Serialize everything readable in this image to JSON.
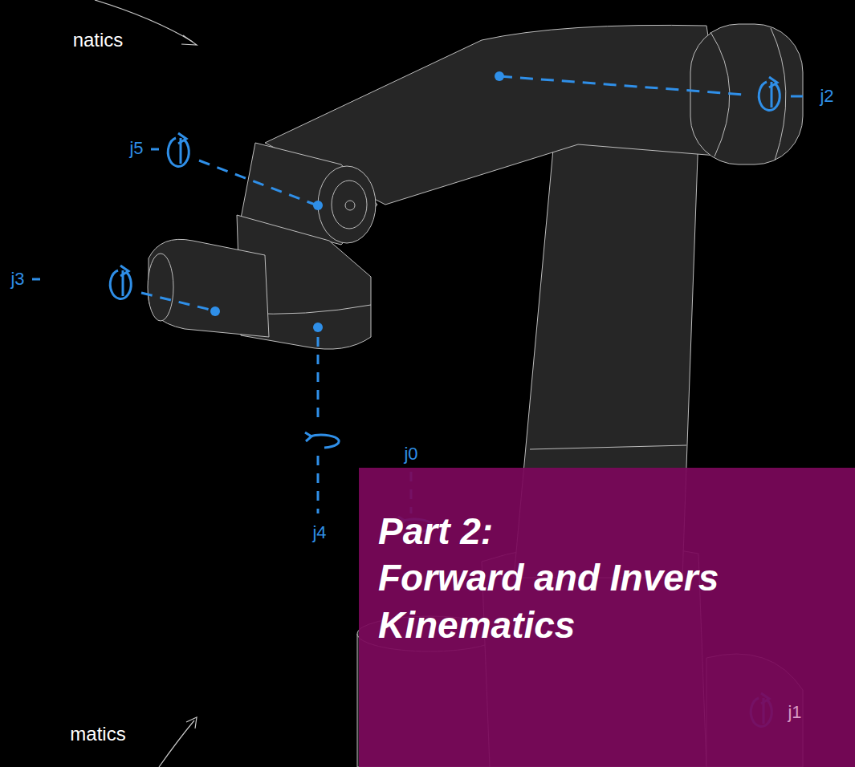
{
  "diagram": {
    "nodes": [
      {
        "text": [
          "Part 2:",
          "Forward and Invers Kinematics"
        ]
      }
    ],
    "labels": [
      "natics",
      "j2",
      "j5",
      "j3",
      "j0",
      "j4",
      "j1",
      "matics"
    ]
  }
}
